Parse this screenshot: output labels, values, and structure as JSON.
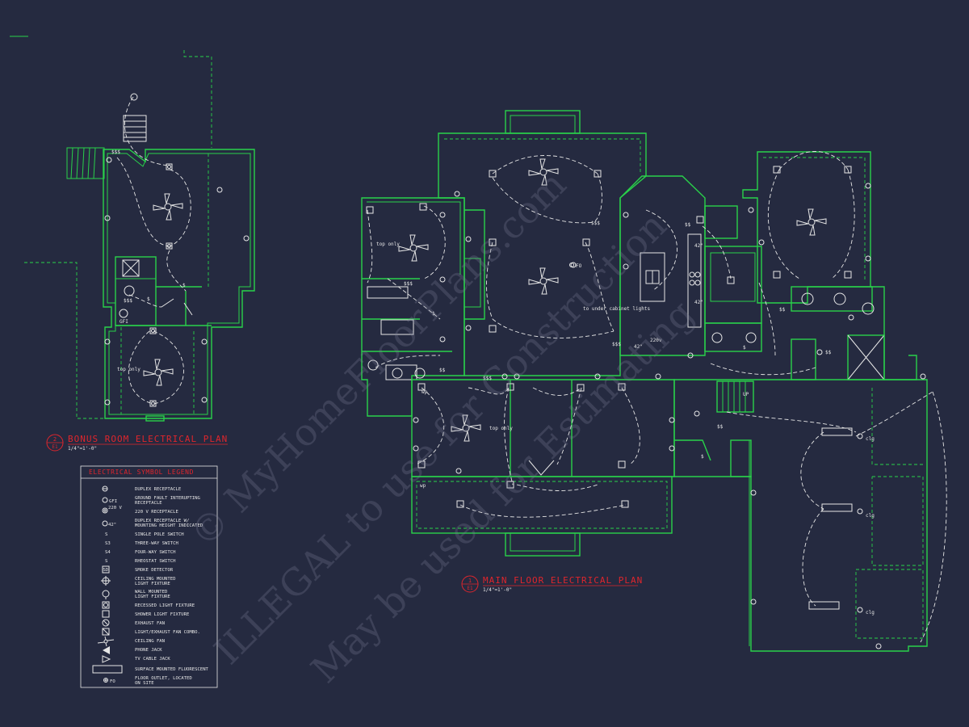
{
  "drawing": {
    "background": "#252a40",
    "wall_color": "#29d14a",
    "symbol_color": "#e6e6e6",
    "title_color": "#e0252c"
  },
  "bonus_plan": {
    "title": "BONUS ROOM ELECTRICAL PLAN",
    "tag_number": "2",
    "tag_sheet": "E1",
    "scale": "1/4\"=1'-0\"",
    "note_top_only": "top only"
  },
  "main_plan": {
    "title": "MAIN FLOOR ELECTRICAL PLAN",
    "tag_number": "1",
    "tag_sheet": "E1",
    "scale": "1/4\"=1'-0\"",
    "note_top_only_1": "top only",
    "note_top_only_2": "top only",
    "note_under_cabinet": "to under cabinet lights",
    "note_220v": "220v",
    "note_42_a": "42\"",
    "note_42_b": "42\"",
    "note_42_c": "42\"",
    "note_clg_1": "clg",
    "note_clg_2": "clg",
    "note_clg_3": "clg",
    "note_wp_1": "wp",
    "note_wp_2": "wp",
    "note_fo": "FO",
    "note_up": "UP"
  },
  "legend": {
    "title": "ELECTRICAL SYMBOL LEGEND",
    "items": [
      {
        "icon": "duplex-receptacle",
        "label": "DUPLEX RECEPTACLE"
      },
      {
        "icon": "gfi-receptacle",
        "label": "GROUND FAULT INTERUPTING RECEPTACLE"
      },
      {
        "icon": "220v-receptacle",
        "label": "220 V RECEPTACLE"
      },
      {
        "icon": "duplex-height",
        "label": "DUPLEX RECEPTACLE W/ MOUNTING HEIGHT INDICATED"
      },
      {
        "icon": "single-pole-switch",
        "label": "SINGLE POLE SWITCH"
      },
      {
        "icon": "three-way-switch",
        "label": "THREE-WAY SWITCH"
      },
      {
        "icon": "four-way-switch",
        "label": "FOUR-WAY SWITCH"
      },
      {
        "icon": "rheostat-switch",
        "label": "RHEOSTAT SWITCH"
      },
      {
        "icon": "smoke-detector",
        "label": "SMOKE DETECTOR"
      },
      {
        "icon": "ceiling-light",
        "label": "CEILING MOUNTED LIGHT FIXTURE"
      },
      {
        "icon": "wall-light",
        "label": "WALL MOUNTED LIGHT FIXTURE"
      },
      {
        "icon": "recessed-light",
        "label": "RECESSED LIGHT FIXTURE"
      },
      {
        "icon": "shower-light",
        "label": "SHOWER LIGHT FIXTURE"
      },
      {
        "icon": "exhaust-fan",
        "label": "EXHAUST FAN"
      },
      {
        "icon": "light-exhaust-combo",
        "label": "LIGHT/EXHAUST FAN COMBO."
      },
      {
        "icon": "ceiling-fan",
        "label": "CEILING FAN"
      },
      {
        "icon": "phone-jack",
        "label": "PHONE JACK"
      },
      {
        "icon": "tv-jack",
        "label": "TV CABLE JACK"
      },
      {
        "icon": "fluorescent",
        "label": "SURFACE MOUNTED FLUORESCENT"
      },
      {
        "icon": "floor-outlet",
        "label": "FLOOR OUTLET, LOCATED ON SITE"
      }
    ],
    "mini_labels": {
      "gfi": "GFI",
      "v220": "220 V",
      "h42": "42\"",
      "sd": "SD",
      "s": "S",
      "s3": "S3",
      "s4": "S4",
      "fo": "FO"
    }
  },
  "watermark": {
    "line1": "© MyHomeFloorPlans.com",
    "line2": "ILLEGAL to use for Construction",
    "line3": "May be used for Estimating"
  }
}
